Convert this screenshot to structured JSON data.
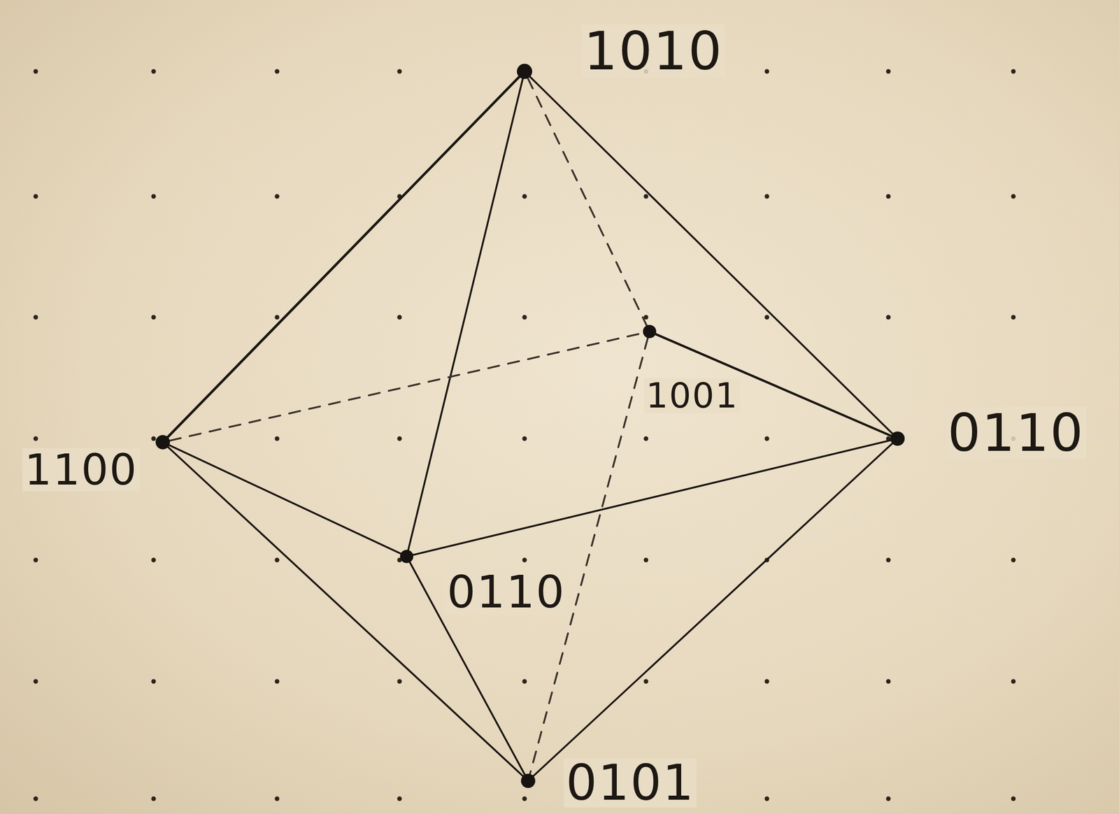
{
  "diagram": {
    "nodes": [
      {
        "text": [
          "1010"
        ]
      },
      {
        "text": [
          "1001"
        ]
      },
      {
        "text": [
          "1100"
        ]
      },
      {
        "text": [
          "0110"
        ]
      },
      {
        "text": [
          "0110"
        ]
      },
      {
        "text": [
          "0101"
        ]
      }
    ],
    "edges": [
      {
        "from": 0,
        "to": 2,
        "arrow": "none"
      },
      {
        "from": 0,
        "to": 4,
        "arrow": "none"
      },
      {
        "from": 0,
        "to": 3,
        "arrow": "none"
      },
      {
        "from": 0,
        "to": 1,
        "arrow": "none"
      },
      {
        "from": 2,
        "to": 1,
        "arrow": "none"
      },
      {
        "from": 1,
        "to": 3,
        "arrow": "none"
      },
      {
        "from": 1,
        "to": 5,
        "arrow": "none"
      },
      {
        "from": 2,
        "to": 4,
        "arrow": "none"
      },
      {
        "from": 2,
        "to": 5,
        "arrow": "none"
      },
      {
        "from": 4,
        "to": 3,
        "arrow": "none"
      },
      {
        "from": 4,
        "to": 5,
        "arrow": "none"
      },
      {
        "from": 3,
        "to": 5,
        "arrow": "none"
      }
    ]
  }
}
